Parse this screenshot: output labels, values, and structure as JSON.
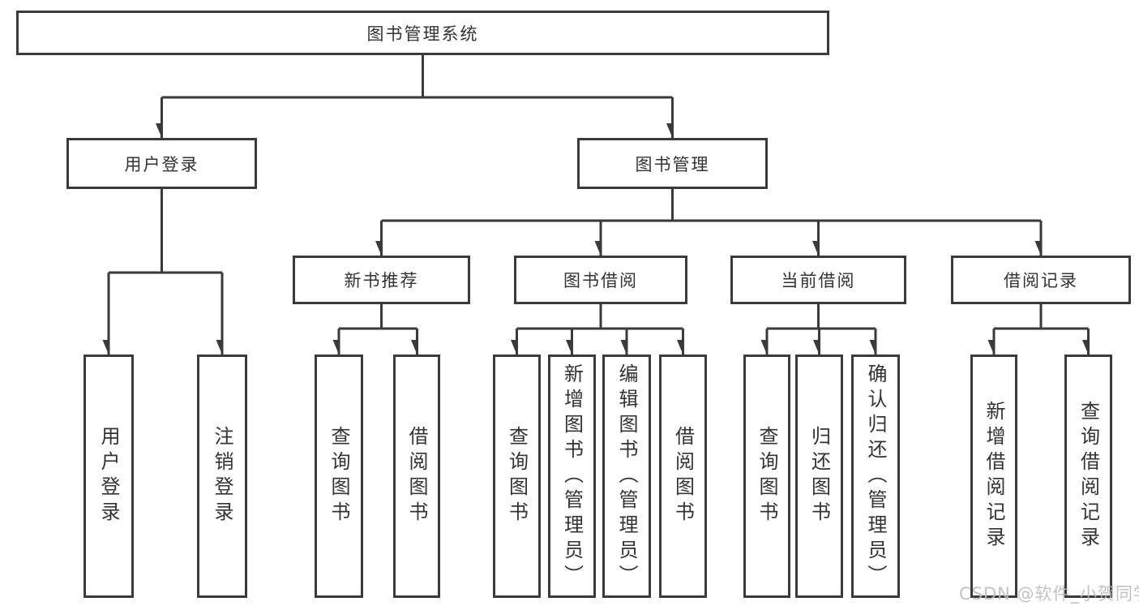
{
  "diagram": {
    "title": "图书管理系统",
    "root": {
      "label": "图书管理系统"
    },
    "level2": [
      {
        "label": "用户登录"
      },
      {
        "label": "图书管理"
      }
    ],
    "level3": [
      {
        "label": "新书推荐",
        "parent": "图书管理"
      },
      {
        "label": "图书借阅",
        "parent": "图书管理"
      },
      {
        "label": "当前借阅",
        "parent": "图书管理"
      },
      {
        "label": "借阅记录",
        "parent": "图书管理"
      }
    ],
    "leaves": [
      {
        "label": "用户登录",
        "parent": "用户登录"
      },
      {
        "label": "注销登录",
        "parent": "用户登录"
      },
      {
        "label": "查询图书",
        "parent": "新书推荐"
      },
      {
        "label": "借阅图书",
        "parent": "新书推荐"
      },
      {
        "label": "查询图书",
        "parent": "图书借阅"
      },
      {
        "label": "新增图书（管理员）",
        "parent": "图书借阅"
      },
      {
        "label": "编辑图书（管理员）",
        "parent": "图书借阅"
      },
      {
        "label": "借阅图书",
        "parent": "图书借阅"
      },
      {
        "label": "查询图书",
        "parent": "当前借阅"
      },
      {
        "label": "归还图书",
        "parent": "当前借阅"
      },
      {
        "label": "确认归还（管理员）",
        "parent": "当前借阅"
      },
      {
        "label": "新增借阅记录",
        "parent": "借阅记录"
      },
      {
        "label": "查询借阅记录",
        "parent": "借阅记录"
      }
    ]
  },
  "watermark": {
    "text": "CSDN @软件_小贺同学"
  },
  "colors": {
    "line": "#3a3a3a",
    "text": "#333333",
    "background": "#ffffff",
    "watermark": "#bdbdbd"
  }
}
